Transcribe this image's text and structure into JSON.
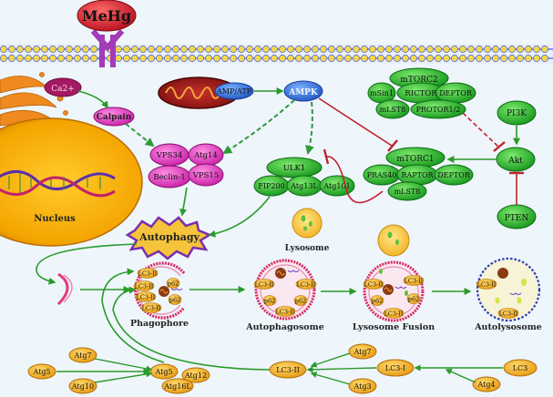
{
  "labels": {
    "mehg": "MeHg",
    "ca": "Ca2+",
    "calpain": "Calpain",
    "amp_atp": "AMP/ATP",
    "ampk": "AMPK",
    "mtorc2": "mTORC2",
    "msin1": "mSin1",
    "rictor": "RICTOR",
    "deptor": "DEPTOR",
    "mlst8": "mLST8",
    "protor": "PROTOR1/2",
    "pi3k": "PI3K",
    "vps34": "VPS34",
    "atg14": "Atg14",
    "beclin": "Beclin-1",
    "vps15": "VPS15",
    "ulk1": "ULK1",
    "fip200": "FIP200",
    "atg13l": "Atg13L",
    "atg101": "Atg101",
    "mtorc1": "mTORC1",
    "pras40": "PRAS40",
    "raptor": "RAPTOR",
    "akt": "Akt",
    "pten": "PTEN",
    "nucleus": "Nucleus",
    "autophagy": "Autophagy",
    "lysosome": "Lysosome",
    "lc3ii": "LC3-II",
    "p62": "p62",
    "phagophore": "Phagophore",
    "autophagosome": "Autophagosome",
    "lysosome_fusion": "Lysosome Fusion",
    "autolysosome": "Autolysosome",
    "atg7": "Atg7",
    "atg5": "Atg5",
    "atg10": "Atg10",
    "atg12": "Atg12",
    "atg16l": "Atg16L",
    "lc3i": "LC3-I",
    "lc3": "LC3",
    "atg3": "Atg3",
    "atg4": "Atg4"
  },
  "colors": {
    "membrane_head": "#f2d84a",
    "membrane_line": "#4a5bd4",
    "green_node": "#22b322",
    "magenta_node": "#e23fc0",
    "orange_node": "#f2b01e",
    "blue_node": "#2b6fe0",
    "inhibit": "#c0222a"
  }
}
